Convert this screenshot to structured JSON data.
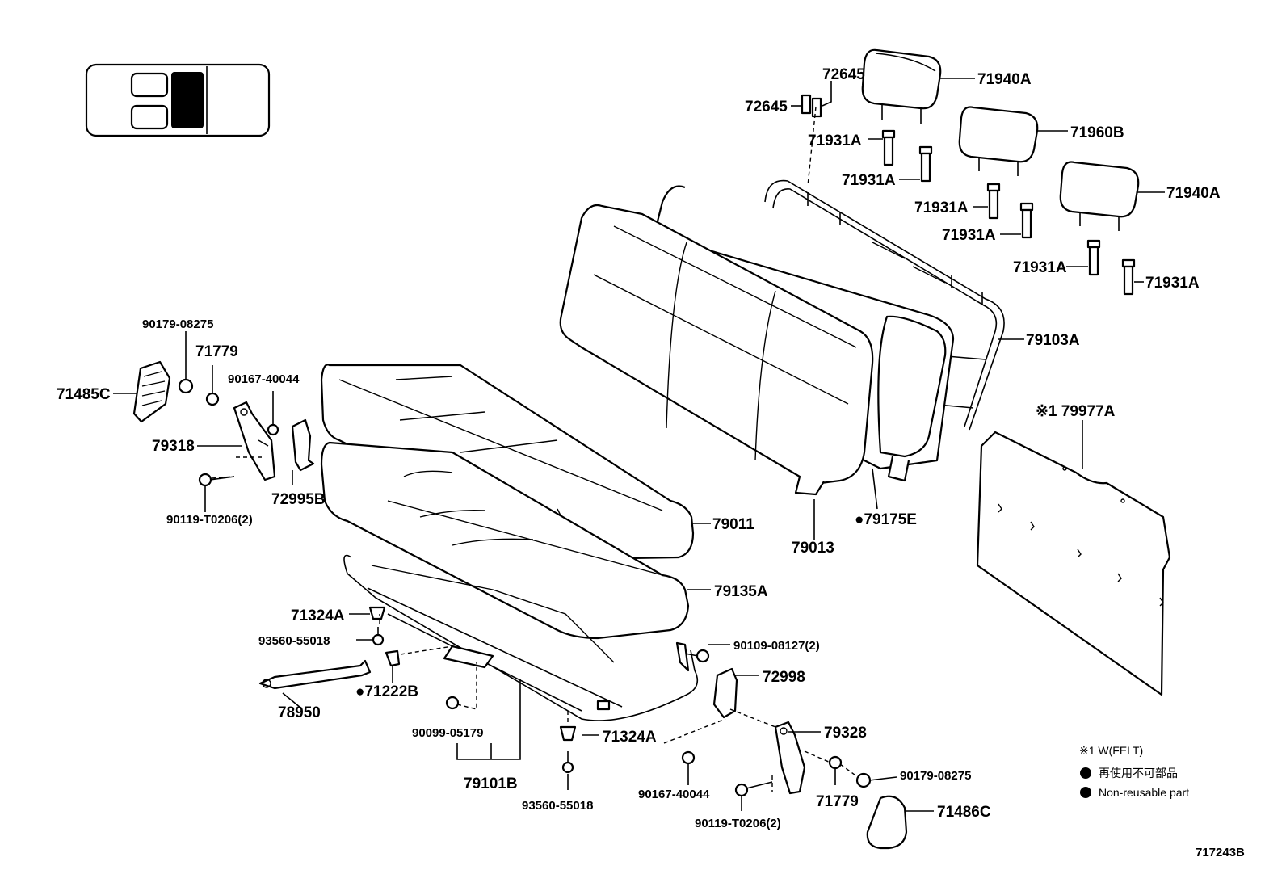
{
  "diagram": {
    "code": "717243B",
    "labels": {
      "p71940A_top": "71940A",
      "p72645_a": "72645",
      "p72645_b": "72645",
      "p71960B": "71960B",
      "p71931A_1": "71931A",
      "p71931A_2": "71931A",
      "p71931A_3": "71931A",
      "p71931A_4": "71931A",
      "p71931A_5": "71931A",
      "p71931A_6": "71931A",
      "p71940A_right": "71940A",
      "p79103A": "79103A",
      "p79977A": "※1 79977A",
      "p90179_08275_left": "90179-08275",
      "p71779_left": "71779",
      "p71485C": "71485C",
      "p90167_40044_left": "90167-40044",
      "p79318": "79318",
      "p72995B": "72995B",
      "p90119_T0206_left": "90119-T0206(2)",
      "p79011": "79011",
      "p79013": "79013",
      "p79175E": "●79175E",
      "p79135A": "79135A",
      "p71324A_left": "71324A",
      "p93560_55018_left": "93560-55018",
      "p71222B": "●71222B",
      "p78950": "78950",
      "p90109_08127": "90109-08127(2)",
      "p72998": "72998",
      "p90099_05179": "90099-05179",
      "p71324A_right": "71324A",
      "p79328": "79328",
      "p79101B": "79101B",
      "p93560_55018_right": "93560-55018",
      "p90167_40044_right": "90167-40044",
      "p71779_right": "71779",
      "p90179_08275_right": "90179-08275",
      "p90119_T0206_right": "90119-T0206(2)",
      "p71486C": "71486C"
    },
    "legend": {
      "note": "※1 W(FELT)",
      "nonreusable_jp": "再使用不可部品",
      "nonreusable_en": "Non-reusable part"
    }
  }
}
